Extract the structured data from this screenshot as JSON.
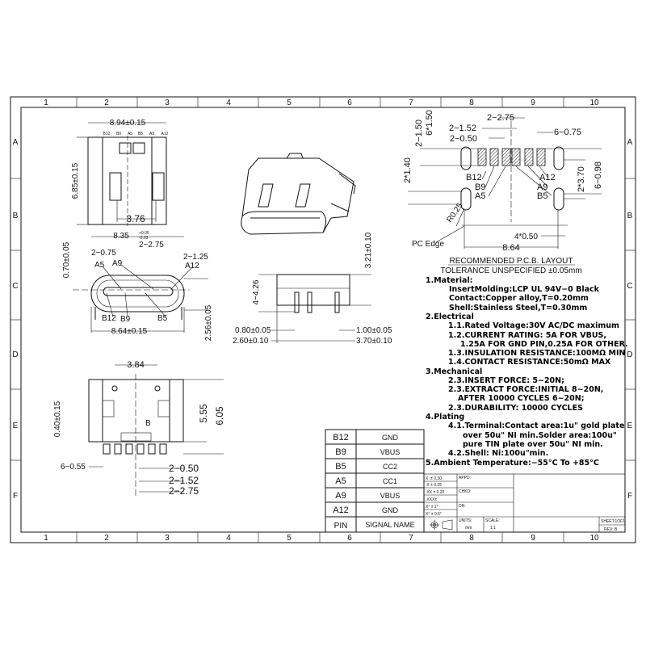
{
  "frame": {
    "columns": [
      "1",
      "2",
      "3",
      "4",
      "5",
      "6",
      "7",
      "8",
      "9",
      "10"
    ],
    "rows": [
      "A",
      "B",
      "C",
      "D",
      "E",
      "F"
    ]
  },
  "top_view": {
    "width_dim": "8.94±0.15",
    "height_dim": "6.85±0.15",
    "pitch_dim": "3.76",
    "pin_labels": [
      "B12",
      "B9",
      "A5",
      "B5",
      "A9",
      "A12"
    ]
  },
  "front_view": {
    "width_dim": "8.35",
    "width_tol_plus": "+0.05",
    "width_tol_minus": "-0.03",
    "dim_2_275": "2−2.75",
    "dim_2_075": "2−0.75",
    "dim_2_125": "2−1.25",
    "top_pins": [
      "A5",
      "A9",
      "A12"
    ],
    "bottom_pins": [
      "B12",
      "B9",
      "B5"
    ],
    "bottom_width": "8.64±0.15",
    "thickness": "0.70±0.05",
    "height": "2.56±0.05"
  },
  "bottom_view": {
    "pitch": "3.84",
    "h1": "5.55",
    "h2": "6.05",
    "offset": "0.40±0.15",
    "pad_width": "6−0.55",
    "dim_a": "2−0.50",
    "dim_b": "2−1.52",
    "dim_c": "2−2.75",
    "mark": "B"
  },
  "side_view": {
    "height": "3.21±0.10",
    "leg": "4−4.26",
    "d1": "0.80±0.05",
    "d2": "2.60±0.10",
    "d3": "1.00±0.05",
    "d4": "3.70±0.10"
  },
  "pcb_layout": {
    "d_275": "2−2.75",
    "d_152": "2−1.52",
    "d_050": "2−0.50",
    "d_075": "6−0.75",
    "d_150a": "2−1.50",
    "d_150b": "6*1.50",
    "d_140": "2*1.40",
    "d_370": "2*3.70",
    "d_098": "6−0.98",
    "radius": "R0.25",
    "d_4050": "4*0.50",
    "pc_edge": "PC Edge",
    "width": "8.64",
    "left_pins": [
      "B12",
      "B9",
      "A5"
    ],
    "right_pins": [
      "A12",
      "A9",
      "B5"
    ],
    "title": "RECOMMENDED  P.C.B.  LAYOUT",
    "tolerance": "TOLERANCE  UNSPECIFIED  ±0.05mm"
  },
  "notes": [
    "1.Material:",
    "InsertMolding:LCP  UL  94V−0  Black",
    "Contact:Copper  alloy,T=0.20mm",
    "Shell:Stainless  Steel,T=0.30mm",
    "2.Electrical",
    "1.1.Rated  Voltage:30V  AC/DC  maximum",
    "1.2.CURRENT  RATING:  5A  FOR  VBUS,",
    "1.25A  FOR  GND  PIN,0.25A  FOR  OTHER.",
    "1.3.INSULATION  RESISTANCE:100MΩ  MIN",
    "1.4.CONTACT  RESISTANCE:50mΩ  MAX",
    "3.Mechanical",
    "2.3.INSERT  FORCE:  5~20N;",
    "2.3.EXTRACT  FORCE:INITIAL  8~20N,",
    "AFTER  10000  CYCLES  6~20N;",
    "2.3.DURABILITY:  10000  CYCLES",
    "4.Plating",
    "4.1.Terminal:Contact  area:1u\"  gold  plate",
    "over  50u\"  NI  min.Solder  area:100u\"",
    "pure  TIN  plate  over  50u\"  NI  min.",
    "4.2.Shell:   Ni:100u\"min.",
    "5.Ambient  Temperature:−55°C  To  +85°C"
  ],
  "pin_table": {
    "rows": [
      {
        "pin": "B12",
        "signal": "GND"
      },
      {
        "pin": "B9",
        "signal": "VBUS"
      },
      {
        "pin": "B5",
        "signal": "CC2"
      },
      {
        "pin": "A5",
        "signal": "CC1"
      },
      {
        "pin": "A9",
        "signal": "VBUS"
      },
      {
        "pin": "A12",
        "signal": "GND"
      }
    ],
    "header_pin": "PIN",
    "header_signal": "SIGNAL NAME"
  },
  "title_block": {
    "tolerances": [
      "X.  ±  0.30",
      ".X  ±  0.25",
      ".XX  ±  0.20",
      ".XXX±",
      "X°  ±  1°",
      "X°  ±  0.5°"
    ],
    "appd": "APPD:",
    "chkd": "CHKD:",
    "dr": "DR:",
    "units_label": "UNITS:",
    "units": "mm",
    "scale_label": "SCALE:",
    "scale": "1:1",
    "sheet": "SHEET:1OF1",
    "rev": "REV: B"
  }
}
